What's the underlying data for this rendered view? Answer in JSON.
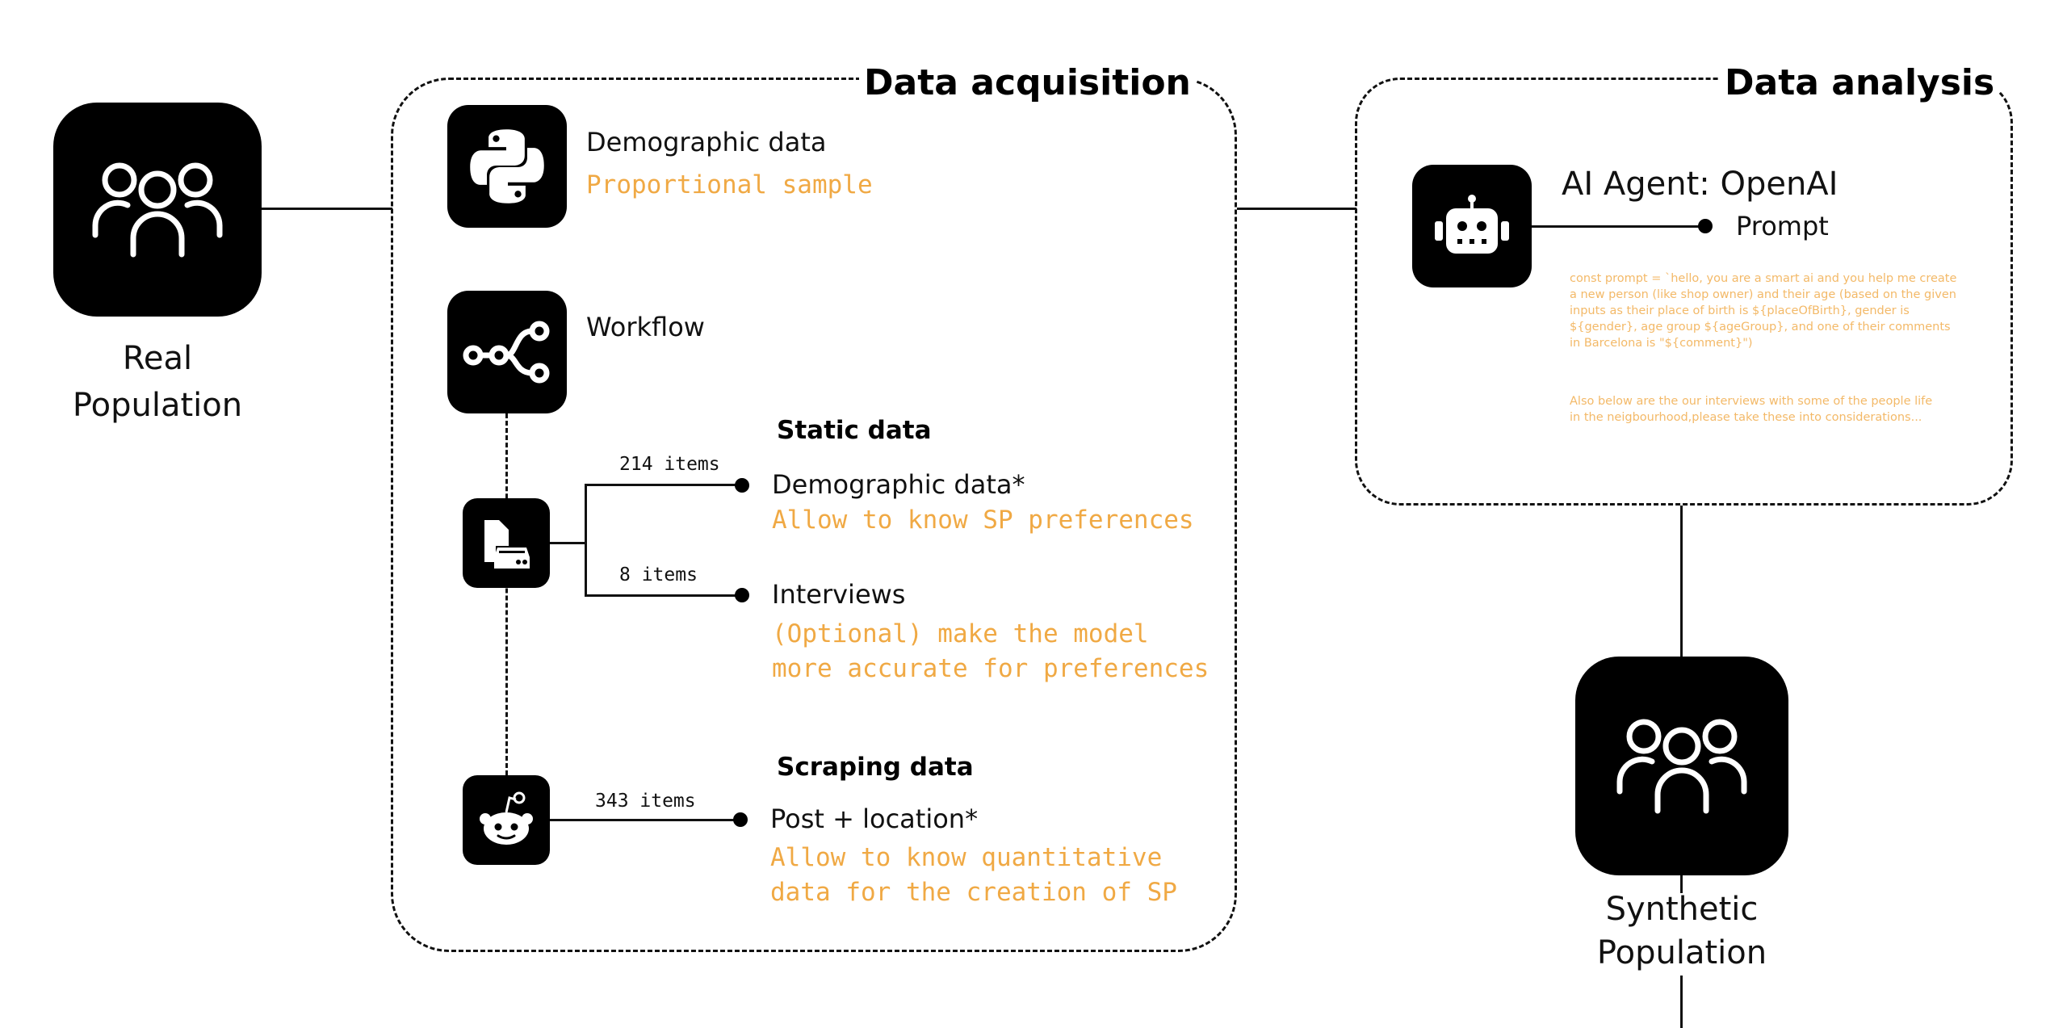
{
  "real_population": {
    "label_line1": "Real",
    "label_line2": "Population",
    "icon": "people-group-icon"
  },
  "data_acquisition": {
    "title": "Data acquisition",
    "demographic": {
      "icon": "python-icon",
      "label": "Demographic data",
      "note": "Proportional sample"
    },
    "workflow": {
      "icon": "workflow-icon",
      "label": "Workflow"
    },
    "static_data": {
      "title": "Static data",
      "icon": "database-file-icon",
      "branches": [
        {
          "count": "214 items",
          "label": "Demographic data*",
          "note": "Allow to know SP preferences"
        },
        {
          "count": "8 items",
          "label": "Interviews",
          "note_line1": "(Optional) make the model",
          "note_line2": "more accurate for preferences"
        }
      ]
    },
    "scraping_data": {
      "title": "Scraping data",
      "icon": "reddit-icon",
      "count": "343 items",
      "label": "Post + location*",
      "note_line1": "Allow to know quantitative",
      "note_line2": "data for the creation of SP"
    }
  },
  "data_analysis": {
    "title": "Data analysis",
    "agent": {
      "icon": "robot-icon",
      "label": "AI Agent: OpenAI",
      "prompt_label": "Prompt",
      "prompt_text_1": "const prompt = `hello, you are a smart ai and you help me create a new person (like shop owner) and their age (based on the given inputs as their place of birth is ${placeOfBirth}, gender is ${gender}, age group ${ageGroup}, and one of their comments in Barcelona is \"${comment}\")",
      "prompt_text_2": "Also below are the our interviews with some of the people life in the neigbourhood,please take these into considerations..."
    }
  },
  "synthetic_population": {
    "label_line1": "Synthetic",
    "label_line2": "Population",
    "icon": "people-group-icon"
  },
  "colors": {
    "accent": "#f0a944",
    "prompt_accent": "#f3b968",
    "ink": "#000000"
  }
}
